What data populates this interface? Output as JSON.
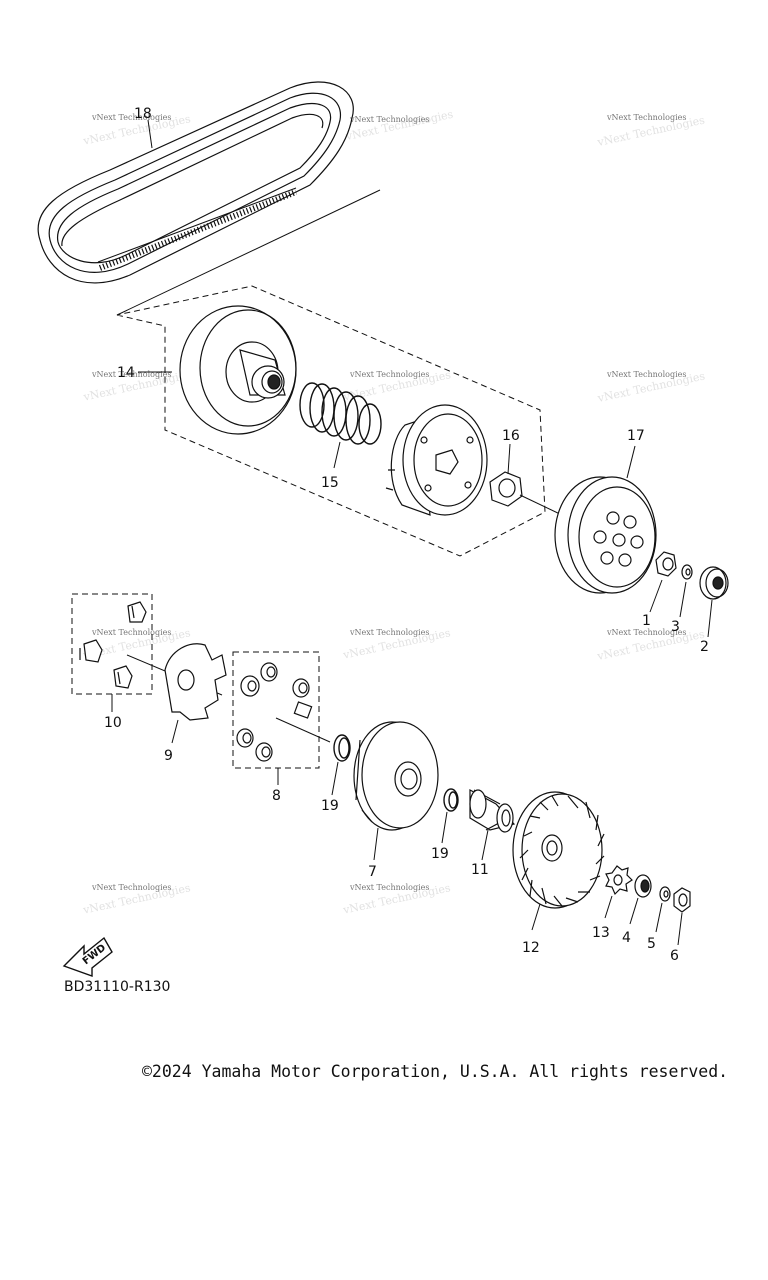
{
  "callouts": {
    "p1": "1",
    "p2": "2",
    "p3": "3",
    "p4": "4",
    "p5": "5",
    "p6": "6",
    "p7": "7",
    "p8": "8",
    "p9": "9",
    "p10": "10",
    "p11": "11",
    "p12": "12",
    "p13": "13",
    "p14": "14",
    "p15": "15",
    "p16": "16",
    "p17": "17",
    "p18": "18",
    "p19a": "19",
    "p19b": "19"
  },
  "watermark": {
    "text": "vNext Technologies"
  },
  "fwd_label": "FWD",
  "diagram_code": "BD31110-R130",
  "copyright": "©2024 Yamaha Motor Corporation, U.S.A. All rights reserved."
}
